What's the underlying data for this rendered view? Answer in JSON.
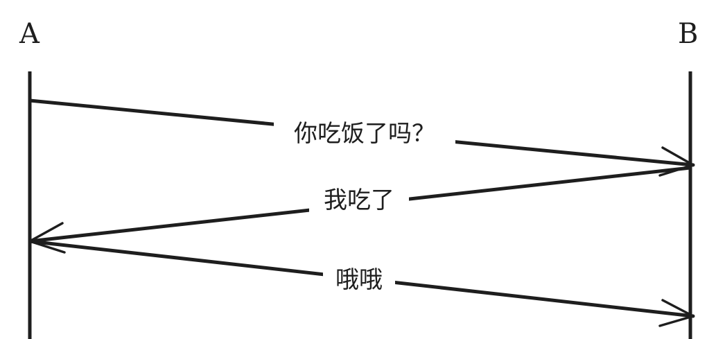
{
  "participants": {
    "a": "A",
    "b": "B"
  },
  "messages": [
    {
      "label": "你吃饭了吗？",
      "from": "A",
      "to": "B"
    },
    {
      "label": "我吃了",
      "from": "B",
      "to": "A"
    },
    {
      "label": "哦哦",
      "from": "A",
      "to": "B"
    }
  ],
  "colors": {
    "stroke": "#1e1e1e",
    "background": "#ffffff"
  }
}
